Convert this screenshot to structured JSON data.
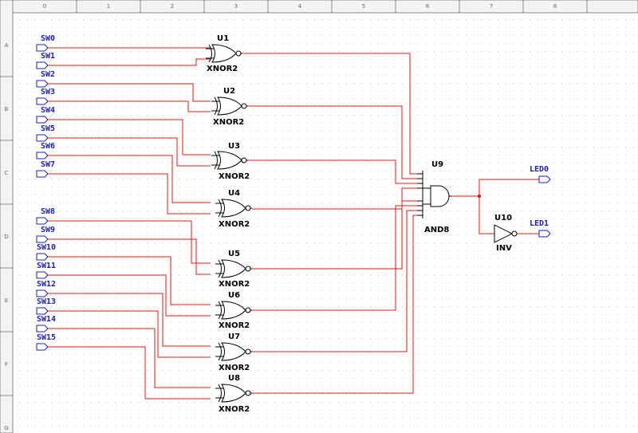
{
  "ruler": {
    "columns": [
      "0",
      "1",
      "2",
      "3",
      "4",
      "5",
      "6",
      "7",
      "8"
    ],
    "rows": [
      "A",
      "B",
      "C",
      "D",
      "E",
      "F",
      "G"
    ]
  },
  "inputs": [
    "SW0",
    "SW1",
    "SW2",
    "SW3",
    "SW4",
    "SW5",
    "SW6",
    "SW7",
    "SW8",
    "SW9",
    "SW10",
    "SW11",
    "SW12",
    "SW13",
    "SW14",
    "SW15"
  ],
  "xnor_gates": [
    {
      "name": "U1",
      "type": "XNOR2"
    },
    {
      "name": "U2",
      "type": "XNOR2"
    },
    {
      "name": "U3",
      "type": "XNOR2"
    },
    {
      "name": "U4",
      "type": "XNOR2"
    },
    {
      "name": "U5",
      "type": "XNOR2"
    },
    {
      "name": "U6",
      "type": "XNOR2"
    },
    {
      "name": "U7",
      "type": "XNOR2"
    },
    {
      "name": "U8",
      "type": "XNOR2"
    }
  ],
  "and_gate": {
    "name": "U9",
    "type": "AND8"
  },
  "inverter": {
    "name": "U10",
    "type": "INV"
  },
  "outputs": [
    "LED0",
    "LED1"
  ],
  "colors": {
    "wire": "#e01818",
    "port": "#2020b0",
    "grid_dot": "#c8c8c8",
    "ruler_bg": "#f4f4f4"
  }
}
